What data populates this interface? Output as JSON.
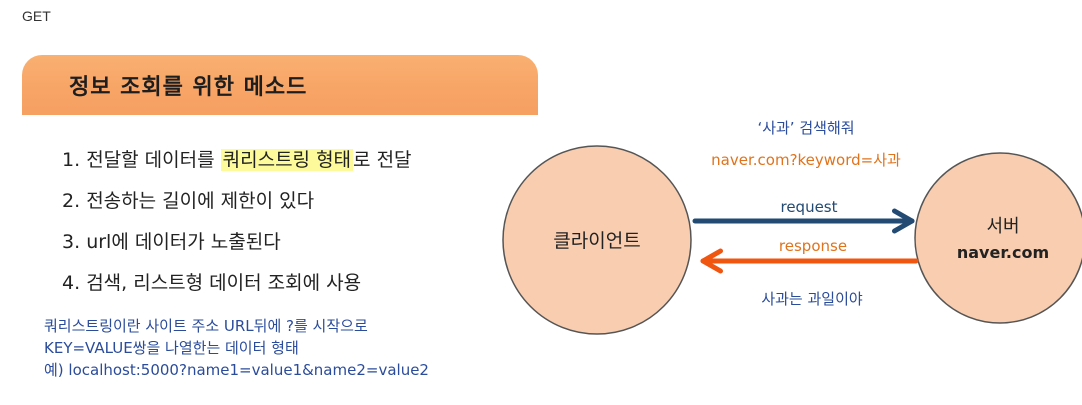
{
  "corner_label": "GET",
  "title": "정보 조회를 위한 메소드",
  "points": [
    {
      "number": "1.",
      "before": "전달할 데이터를 ",
      "highlight": "쿼리스트링 형태",
      "after": "로 전달"
    },
    {
      "number": "2.",
      "text": "전송하는 길이에 제한이 있다"
    },
    {
      "number": "3.",
      "text": "url에 데이터가 노출된다"
    },
    {
      "number": "4.",
      "text": "검색, 리스트형 데이터 조회에 사용"
    }
  ],
  "note": {
    "line1": "쿼리스트링이란 사이트 주소 URL뒤에 ?를 시작으로",
    "line2": "KEY=VALUE쌍을 나열한는 데이터 형태",
    "line3": "예) localhost:5000?name1=value1&name2=value2"
  },
  "diagram": {
    "client": {
      "label": "클라이언트"
    },
    "server": {
      "label": "서버",
      "sublabel": "naver.com"
    },
    "request_label": "request",
    "response_label": "response",
    "query_caption": "‘사과’ 검색해줘",
    "query_url": "naver.com?keyword=사과",
    "response_caption": "사과는 과일이야"
  },
  "colors": {
    "title_bar": "#f7a466",
    "highlight": "#fdfa9c",
    "node_fill": "#f8cdb0",
    "node_stroke": "#555555",
    "request_arrow": "#224a73",
    "response_arrow": "#f0560f",
    "blue_text": "#2b4c9b",
    "orange_text": "#e0731c"
  }
}
